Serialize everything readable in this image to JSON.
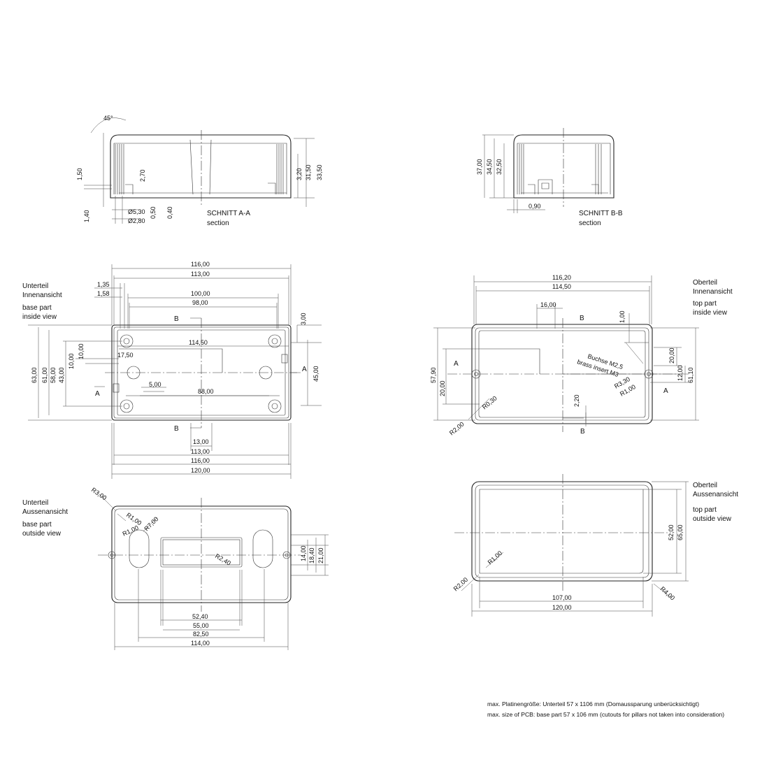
{
  "section_aa": {
    "title": "SCHNITT A-A",
    "subtitle": "section",
    "dims": [
      "45°",
      "1,50",
      "1,40",
      "2,70",
      "Ø5,30",
      "Ø2,80",
      "0,50",
      "0,40",
      "3,20",
      "31,50",
      "33,50"
    ]
  },
  "section_bb": {
    "title": "SCHNITT B-B",
    "subtitle": "section",
    "dims": [
      "37,00",
      "34,50",
      "32,50",
      "0,90"
    ]
  },
  "base_inside": {
    "label_de_1": "Unterteil",
    "label_de_2": "Innenansicht",
    "label_en_1": "base part",
    "label_en_2": "inside view",
    "dims": [
      "116,00",
      "113,00",
      "1,35",
      "1,58",
      "100,00",
      "98,00",
      "3,00",
      "114,50",
      "17,50",
      "10,00",
      "10,00",
      "63,00",
      "61,00",
      "58,00",
      "43,00",
      "5,00",
      "88,00",
      "45,00",
      "13,00",
      "113,00",
      "116,00",
      "120,00"
    ],
    "section_marks": [
      "B",
      "B",
      "A",
      "A"
    ]
  },
  "top_inside": {
    "label_de_1": "Oberteil",
    "label_de_2": "Innenansicht",
    "label_en_1": "top part",
    "label_en_2": "inside view",
    "dims": [
      "116,20",
      "114,50",
      "16,00",
      "1,00",
      "57,90",
      "20,00",
      "20,00",
      "12,00",
      "61,10",
      "R0,30",
      "R2,00",
      "2,20",
      "R3,30",
      "R1,00"
    ],
    "insert_1": "Buchse M2,5",
    "insert_2": "brass insert M3",
    "section_marks": [
      "B",
      "B",
      "A",
      "A"
    ]
  },
  "base_outside": {
    "label_de_1": "Unterteil",
    "label_de_2": "Aussenansicht",
    "label_en_1": "base part",
    "label_en_2": "outside view",
    "dims": [
      "R3,00",
      "R1,00",
      "R1,00",
      "R7,00",
      "R2,40",
      "14,00",
      "18,40",
      "21,00",
      "52,40",
      "55,00",
      "82,50",
      "114,00"
    ]
  },
  "top_outside": {
    "label_de_1": "Oberteil",
    "label_de_2": "Aussenansicht",
    "label_en_1": "top part",
    "label_en_2": "outside view",
    "dims": [
      "52,00",
      "65,00",
      "R1,00",
      "R2,00",
      "R4,00",
      "107,00",
      "120,00"
    ]
  },
  "notes": {
    "line_1": "max. Platinengröße: Unterteil 57 x 1106 mm (Domaussparung unberücksichtigt)",
    "line_2": "max. size of PCB: base part 57 x 106 mm (cutouts for pillars not taken into consideration)"
  }
}
